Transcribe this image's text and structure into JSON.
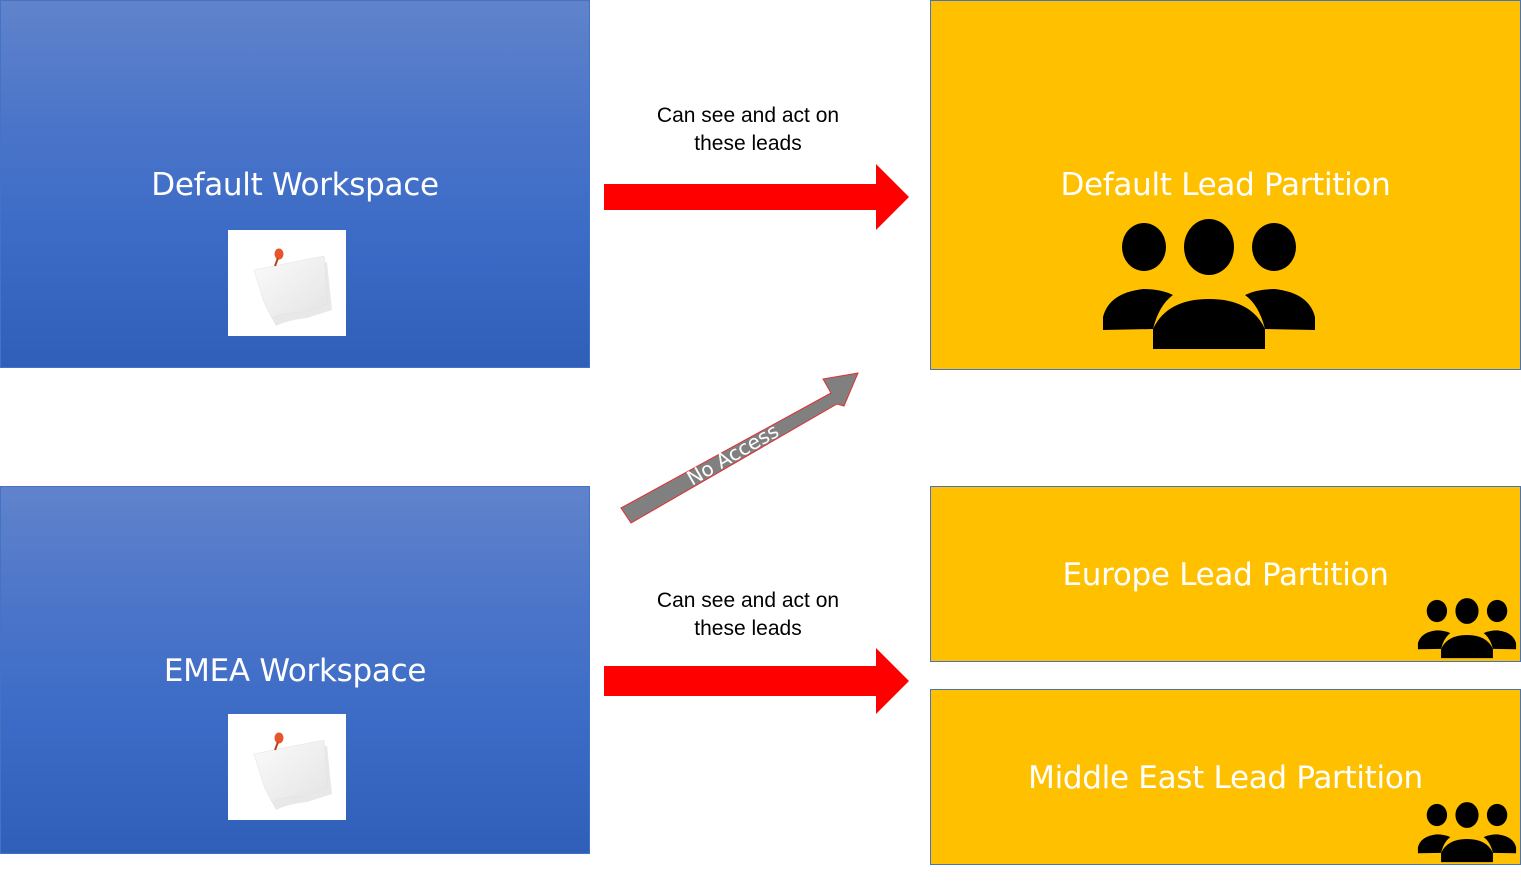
{
  "workspaces": [
    {
      "title": "Default Workspace",
      "icon": "sticky-note-icon",
      "color": "#4472c4"
    },
    {
      "title": "EMEA Workspace",
      "icon": "sticky-note-icon",
      "color": "#4472c4"
    }
  ],
  "partitions": [
    {
      "title": "Default Lead Partition",
      "icon": "people-group-icon",
      "color": "#ffc000"
    },
    {
      "title": "Europe Lead Partition",
      "icon": "people-group-icon",
      "color": "#ffc000"
    },
    {
      "title": "Middle East Lead Partition",
      "icon": "people-group-icon",
      "color": "#ffc000"
    }
  ],
  "connectors": [
    {
      "from": "Default Workspace",
      "to": "Default Lead Partition",
      "label_line1": "Can see and act on",
      "label_line2": "these leads",
      "color": "#ff0000"
    },
    {
      "from": "EMEA Workspace",
      "to": "Default Lead Partition",
      "label": "No Access",
      "color": "#808080"
    },
    {
      "from": "EMEA Workspace",
      "to": "Europe / Middle East Lead Partitions",
      "label_line1": "Can see and act on",
      "label_line2": "these leads",
      "color": "#ff0000"
    }
  ]
}
